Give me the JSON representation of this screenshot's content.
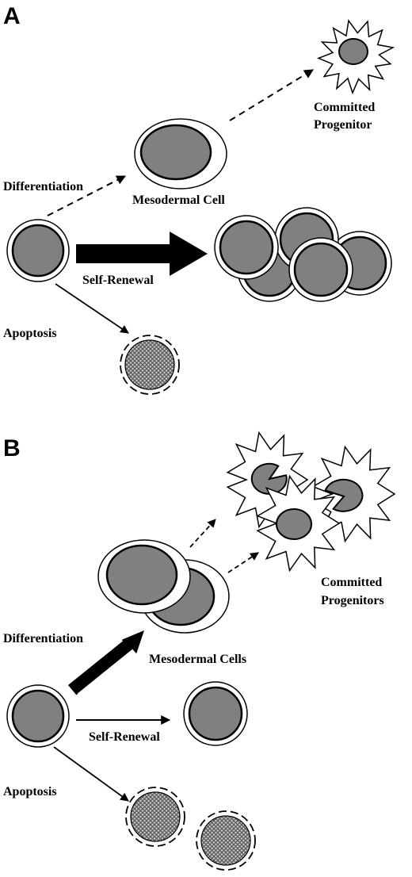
{
  "panel_a": {
    "letter": "A",
    "labels": {
      "committed_line1": "Committed",
      "committed_line2": "Progenitor",
      "mesodermal": "Mesodermal Cell",
      "differentiation": "Differentiation",
      "self_renewal": "Self-Renewal",
      "apoptosis": "Apoptosis"
    }
  },
  "panel_b": {
    "letter": "B",
    "labels": {
      "committed_line1": "Committed",
      "committed_line2": "Progenitors",
      "mesodermal": "Mesodermal Cells",
      "differentiation": "Differentiation",
      "self_renewal": "Self-Renewal",
      "apoptosis": "Apoptosis"
    }
  },
  "colors": {
    "nucleus": "#808080",
    "outline": "#000000",
    "background": "#ffffff"
  }
}
